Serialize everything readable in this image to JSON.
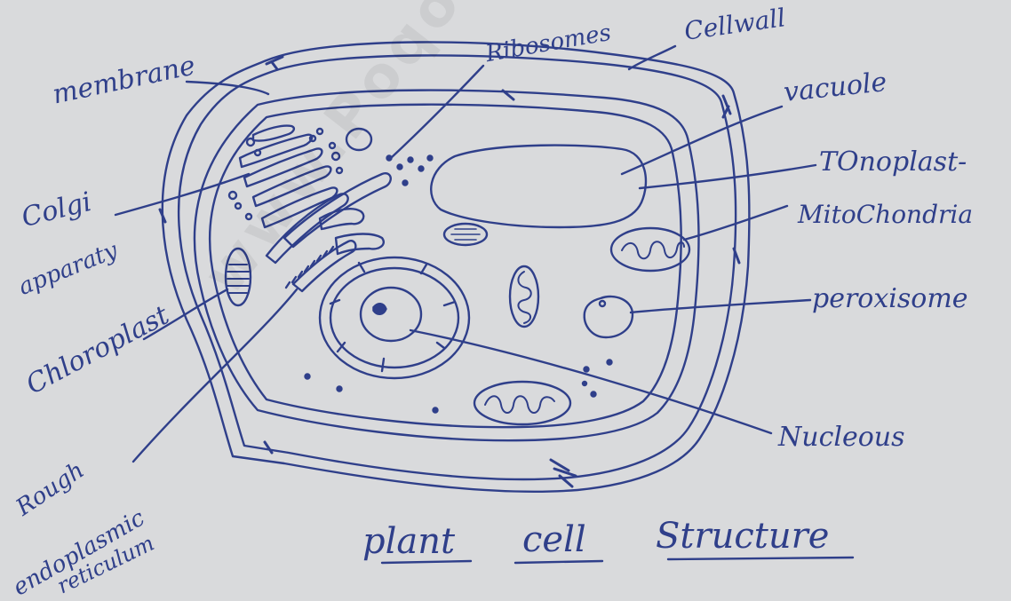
{
  "colors": {
    "ink": "#2f3f8a",
    "paper": "#d9dadc"
  },
  "diagram": {
    "title_words": [
      "plant",
      "cell",
      "Structure"
    ],
    "labels": {
      "membrane": "membrane",
      "ribosomes": "Ribosomes",
      "cell_wall": "Cellwall",
      "vacuole": "vacuole",
      "tonoplast": "TOnoplast-",
      "mitochondria": "MitoChondria",
      "peroxisome": "peroxisome",
      "nucleous": "Nucleous",
      "golgi_1": "Colgi",
      "golgi_2": "apparaty",
      "chloroplast": "Chloroplast",
      "rer_1": "Rough",
      "rer_2": "endoplasmic",
      "rer_3": "reticulum"
    },
    "watermark": "www.Poqo"
  }
}
